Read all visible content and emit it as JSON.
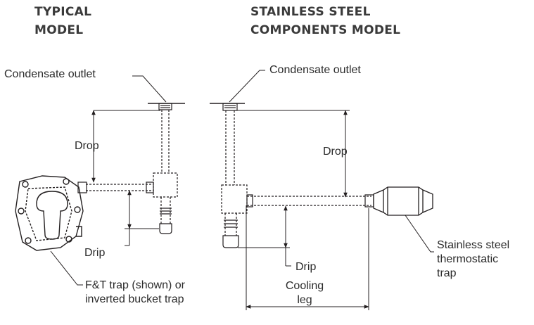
{
  "headings": {
    "typical": [
      "TYPICAL",
      "MODEL"
    ],
    "stainless": [
      "STAINLESS STEEL",
      "COMPONENTS MODEL"
    ]
  },
  "typical_model": {
    "condensate_outlet": "Condensate outlet",
    "drop": "Drop",
    "drip": "Drip",
    "trap": [
      "F&T trap (shown) or",
      "inverted bucket trap"
    ]
  },
  "stainless_model": {
    "condensate_outlet": "Condensate outlet",
    "drop": "Drop",
    "drip": "Drip",
    "cooling_leg": [
      "Cooling",
      "leg"
    ],
    "trap": [
      "Stainless steel",
      "thermostatic",
      "trap"
    ]
  }
}
